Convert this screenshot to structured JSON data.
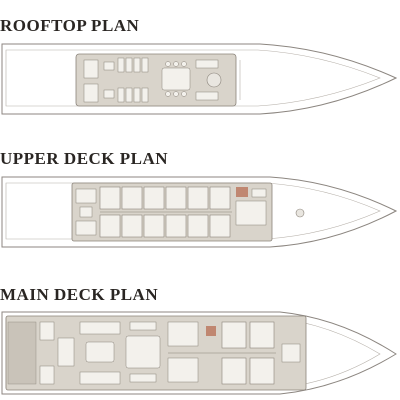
{
  "plans": [
    {
      "id": "rooftop",
      "title": "ROOFTOP PLAN"
    },
    {
      "id": "upper",
      "title": "UPPER DECK PLAN"
    },
    {
      "id": "main",
      "title": "MAIN DECK PLAN"
    }
  ],
  "colors": {
    "hull_outline": "#8c8680",
    "deck_fill": "#d9d4cb",
    "furniture": "#f3f1ec",
    "wall": "#8a837a",
    "tender_accent": "#b9735a",
    "title": "#2a2623"
  }
}
